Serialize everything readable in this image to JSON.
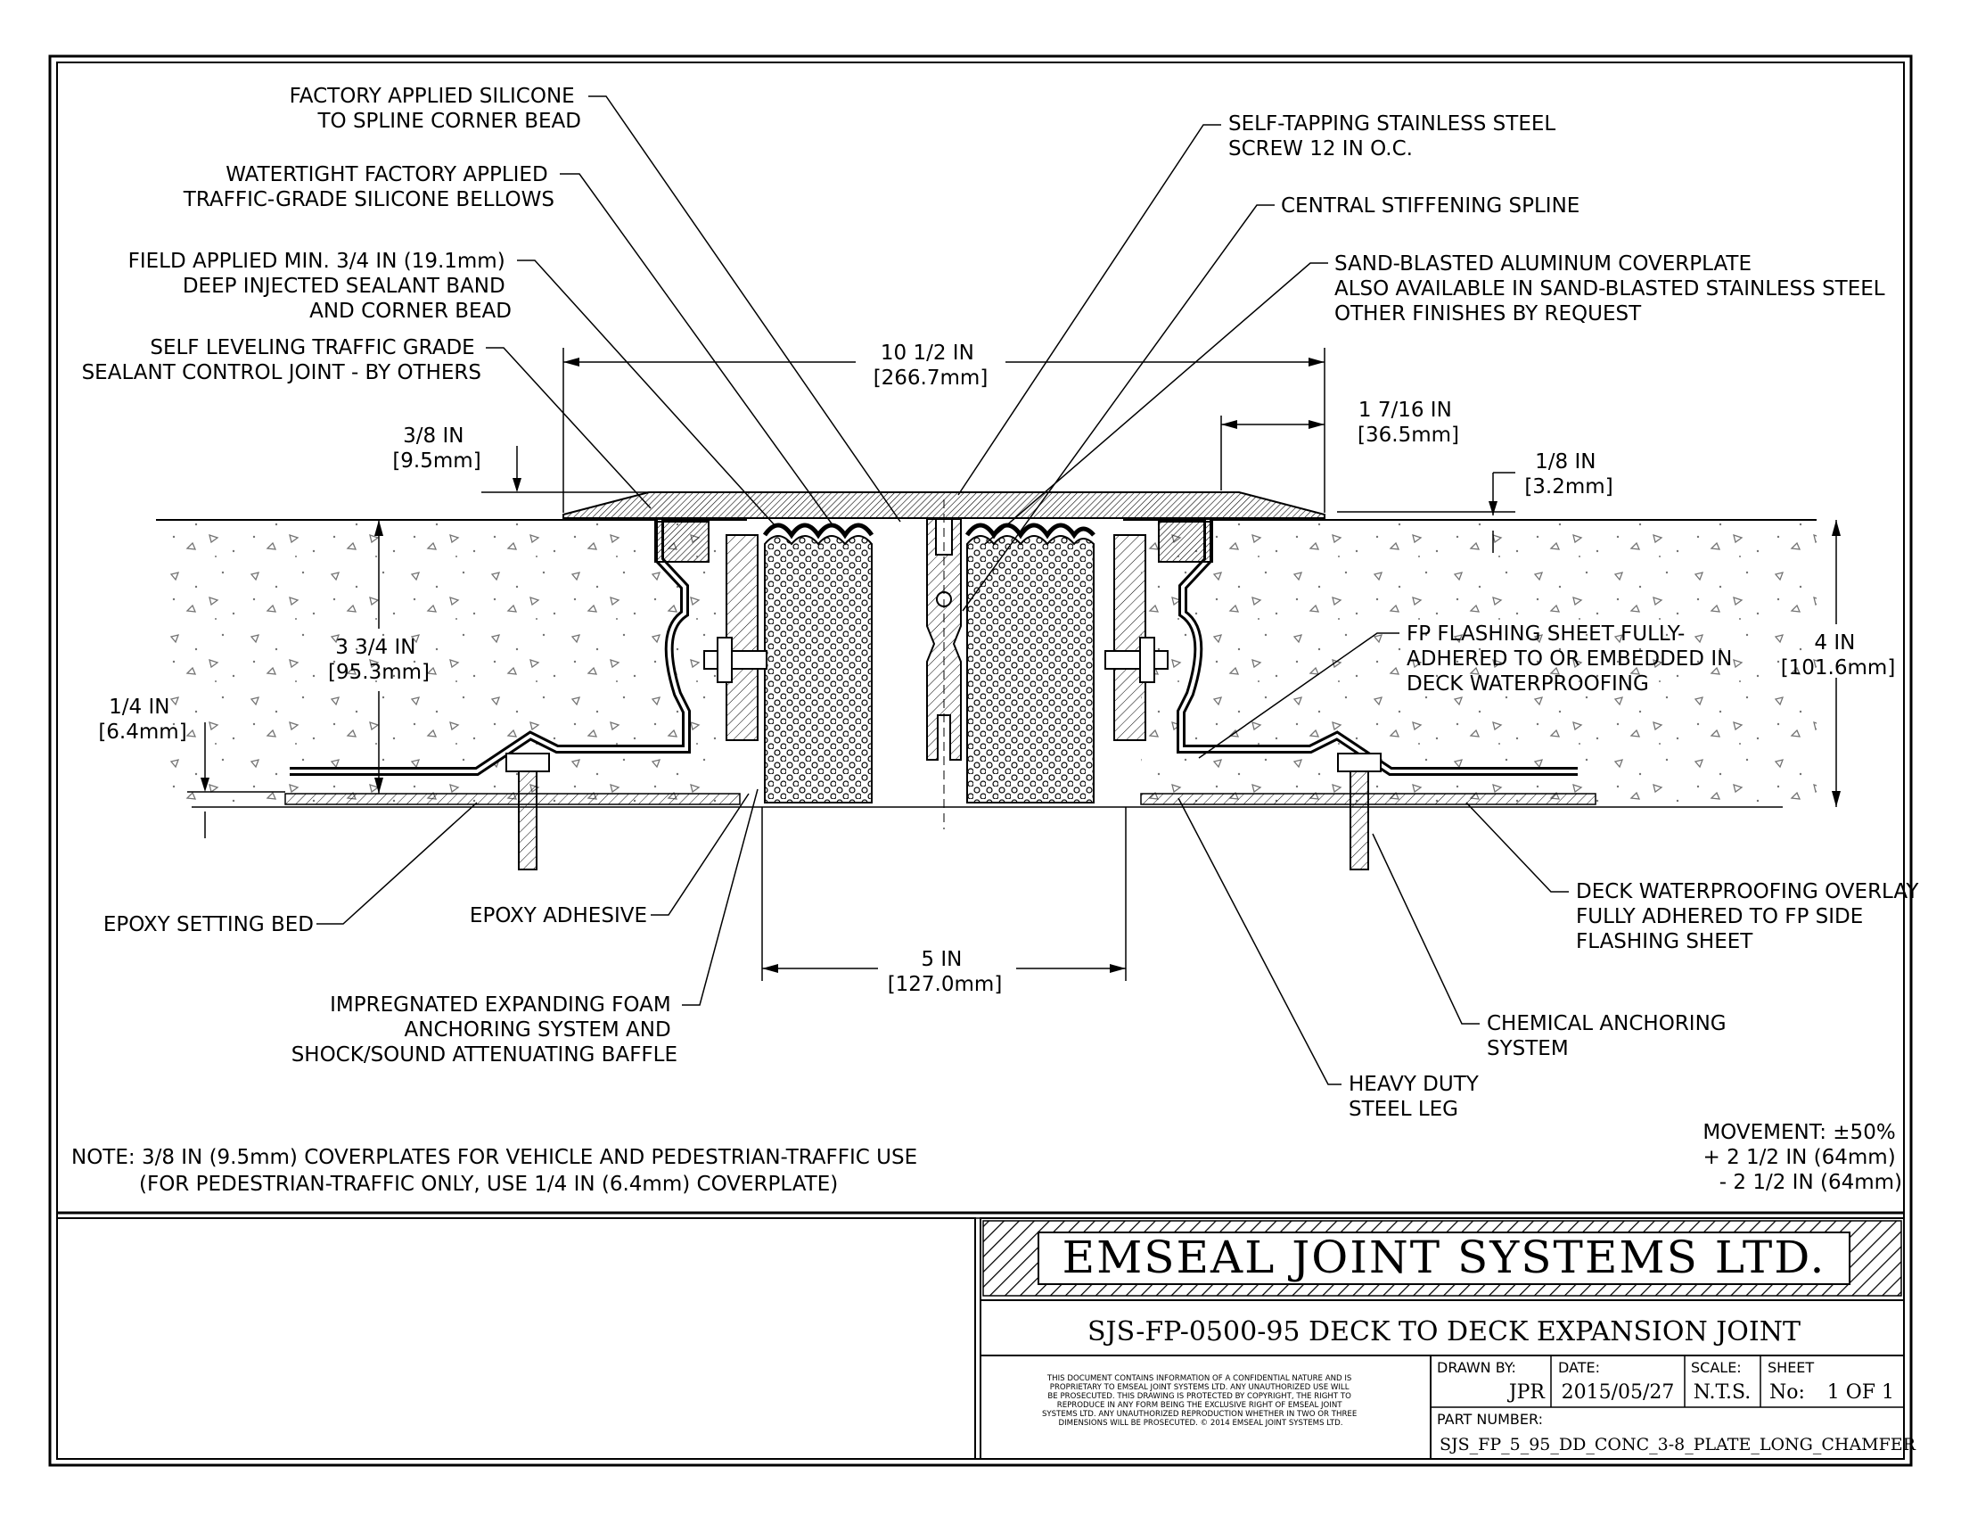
{
  "labels": {
    "factory_silicone": [
      "FACTORY APPLIED SILICONE",
      "TO SPLINE CORNER BEAD"
    ],
    "bellows": [
      "WATERTIGHT FACTORY APPLIED",
      "TRAFFIC-GRADE SILICONE BELLOWS"
    ],
    "sealant_band": [
      "FIELD APPLIED MIN. 3/4 IN (19.1mm)",
      "DEEP INJECTED SEALANT BAND",
      "AND CORNER BEAD"
    ],
    "self_leveling": [
      "SELF LEVELING TRAFFIC GRADE",
      "SEALANT CONTROL JOINT - BY OTHERS"
    ],
    "screw": [
      "SELF-TAPPING STAINLESS STEEL",
      "SCREW 12 IN O.C."
    ],
    "spline": [
      "CENTRAL STIFFENING SPLINE"
    ],
    "coverplate": [
      "SAND-BLASTED ALUMINUM COVERPLATE",
      "ALSO AVAILABLE IN SAND-BLASTED STAINLESS STEEL",
      "OTHER FINISHES BY REQUEST"
    ],
    "flashing": [
      "FP FLASHING SHEET FULLY-",
      "ADHERED TO OR EMBEDDED IN",
      "DECK WATERPROOFING"
    ],
    "epoxy_bed": [
      "EPOXY SETTING BED"
    ],
    "epoxy_adhesive": [
      "EPOXY ADHESIVE"
    ],
    "foam": [
      "IMPREGNATED EXPANDING FOAM",
      "ANCHORING SYSTEM AND",
      "SHOCK/SOUND ATTENUATING BAFFLE"
    ],
    "overlay": [
      "DECK WATERPROOFING OVERLAY",
      "FULLY ADHERED TO FP SIDE",
      "FLASHING SHEET"
    ],
    "chemical": [
      "CHEMICAL ANCHORING",
      "SYSTEM"
    ],
    "steel_leg": [
      "HEAVY DUTY",
      "STEEL LEG"
    ]
  },
  "dimensions": {
    "width_total": [
      "10 1/2 IN",
      "[266.7mm]"
    ],
    "chamfer": [
      "1 7/16 IN",
      "[36.5mm]"
    ],
    "plate_thick": [
      "3/8 IN",
      "[9.5mm]"
    ],
    "recess": [
      "1/8 IN",
      "[3.2mm]"
    ],
    "depth_body": [
      "3 3/4 IN",
      "[95.3mm]"
    ],
    "depth_total": [
      "4 IN",
      "[101.6mm]"
    ],
    "bed": [
      "1/4 IN",
      "[6.4mm]"
    ],
    "gap": [
      "5 IN",
      "[127.0mm]"
    ]
  },
  "movement": [
    "MOVEMENT: ±50%",
    "+ 2 1/2 IN (64mm)",
    "- 2 1/2 IN (64mm)"
  ],
  "note": [
    "NOTE: 3/8 IN (9.5mm) COVERPLATES FOR VEHICLE AND PEDESTRIAN-TRAFFIC USE",
    "(FOR PEDESTRIAN-TRAFFIC ONLY, USE 1/4 IN (6.4mm) COVERPLATE)"
  ],
  "title_block": {
    "company": "EMSEAL JOINT SYSTEMS LTD.",
    "drawing_title": "SJS-FP-0500-95 DECK TO DECK EXPANSION JOINT",
    "disclaimer": [
      "THIS DOCUMENT CONTAINS INFORMATION OF A CONFIDENTIAL NATURE AND IS",
      "PROPRIETARY TO EMSEAL JOINT SYSTEMS LTD. ANY UNAUTHORIZED USE WILL",
      "BE PROSECUTED. THIS DRAWING IS PROTECTED BY COPYRIGHT, THE RIGHT TO",
      "REPRODUCE IN ANY FORM BEING THE EXCLUSIVE RIGHT OF EMSEAL JOINT",
      "SYSTEMS LTD. ANY UNAUTHORIZED REPRODUCTION WHETHER IN TWO OR THREE",
      "DIMENSIONS WILL BE PROSECUTED. © 2014 EMSEAL JOINT SYSTEMS LTD."
    ],
    "drawn_by_label": "DRAWN BY:",
    "drawn_by": "JPR",
    "date_label": "DATE:",
    "date": "2015/05/27",
    "scale_label": "SCALE:",
    "scale": "N.T.S.",
    "sheet_label": "SHEET",
    "sheet_no_label": "No:",
    "sheet": "1 OF 1",
    "part_number_label": "PART NUMBER:",
    "part_number": "SJS_FP_5_95_DD_CONC_3-8_PLATE_LONG_CHAMFER"
  }
}
